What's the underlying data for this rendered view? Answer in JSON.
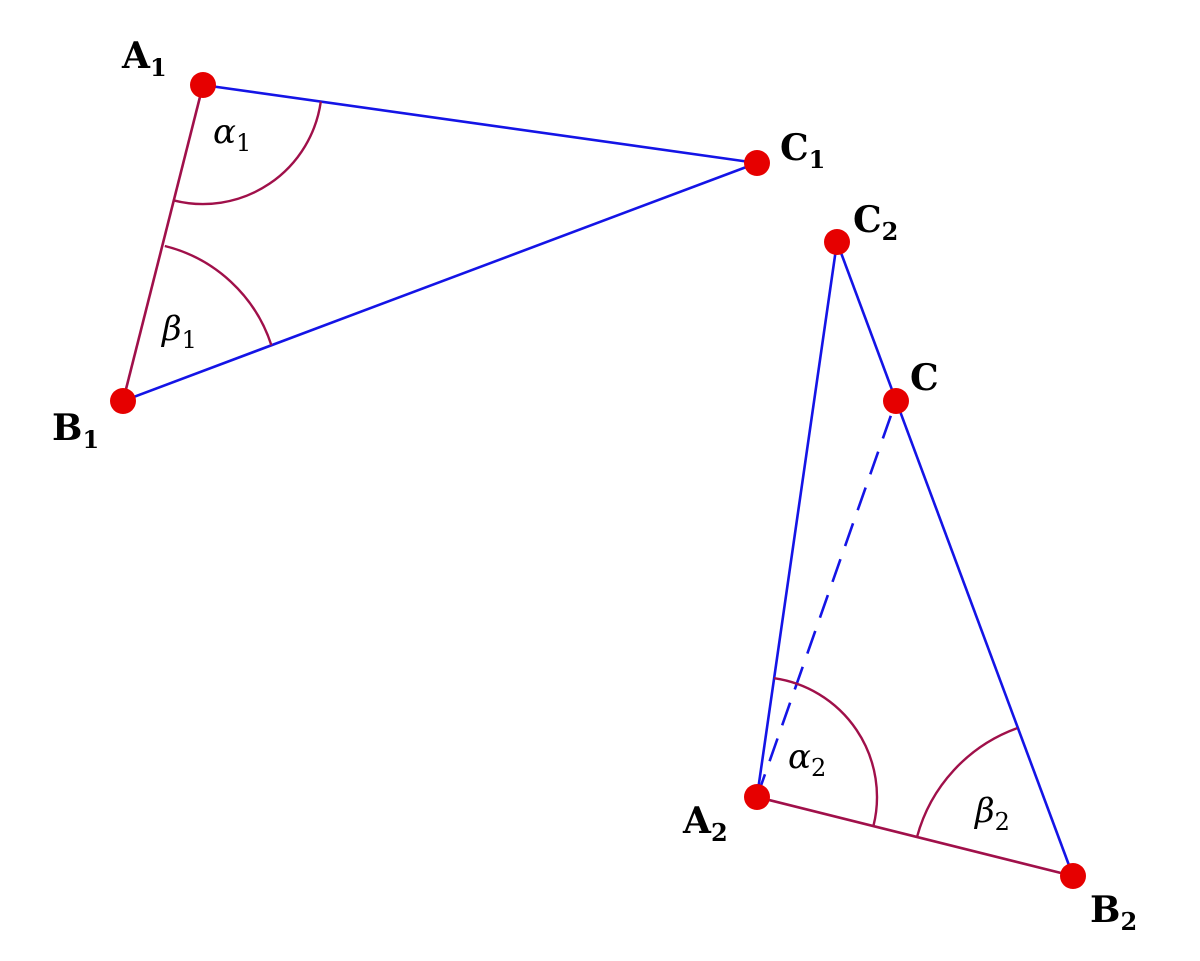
{
  "colors": {
    "side_blue": "#1414e6",
    "side_maroon": "#a0104a",
    "point_red": "#e60000"
  },
  "labels": {
    "A1": {
      "main": "A",
      "sub": "1"
    },
    "B1": {
      "main": "B",
      "sub": "1"
    },
    "C1": {
      "main": "C",
      "sub": "1"
    },
    "A2": {
      "main": "A",
      "sub": "2"
    },
    "B2": {
      "main": "B",
      "sub": "2"
    },
    "C2": {
      "main": "C",
      "sub": "2"
    },
    "C": {
      "main": "C",
      "sub": ""
    },
    "alpha1": {
      "main": "α",
      "sub": "1"
    },
    "beta1": {
      "main": "β",
      "sub": "1"
    },
    "alpha2": {
      "main": "α",
      "sub": "2"
    },
    "beta2": {
      "main": "β",
      "sub": "2"
    }
  }
}
